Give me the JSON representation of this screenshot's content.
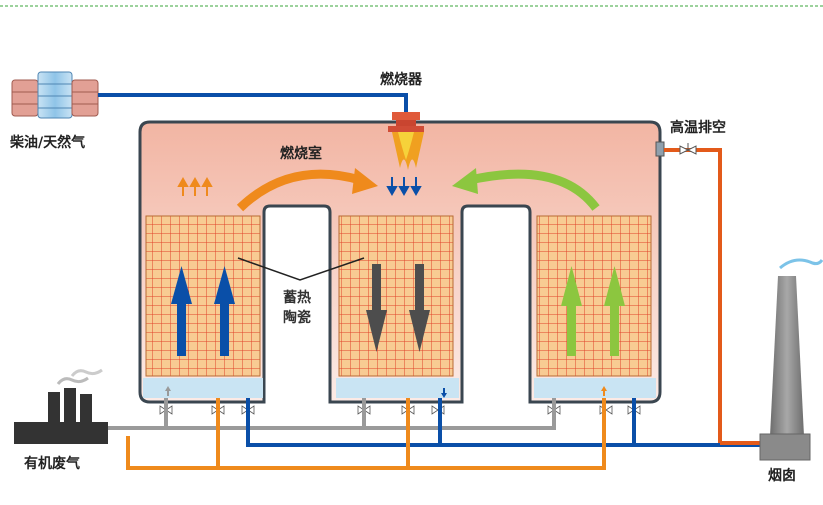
{
  "labels": {
    "burner": "燃烧器",
    "fuel": "柴油/天然气",
    "high_temp_vent": "高温排空",
    "combustion_chamber": "燃烧室",
    "ceramic_line1": "蓄热",
    "ceramic_line2": "陶瓷",
    "exhaust_source": "有机废气",
    "chimney": "烟囱"
  },
  "colors": {
    "blue_line": "#0a4fa8",
    "orange_line": "#ef8a1c",
    "gray_line": "#9a9a9a",
    "red_line": "#e35a1a",
    "green_arrow": "#8cc63f",
    "dark_arrow": "#4d4d4d",
    "chamber_top": "#f2b9a8",
    "chamber_bottom": "#fbe9e4",
    "ceramic_fill": "#f8c98f",
    "ceramic_grid": "#e0412a"
  },
  "icons": [
    "fuel-tank-icon",
    "burner-flame-icon",
    "factory-icon",
    "chimney-icon",
    "valve-icon"
  ]
}
